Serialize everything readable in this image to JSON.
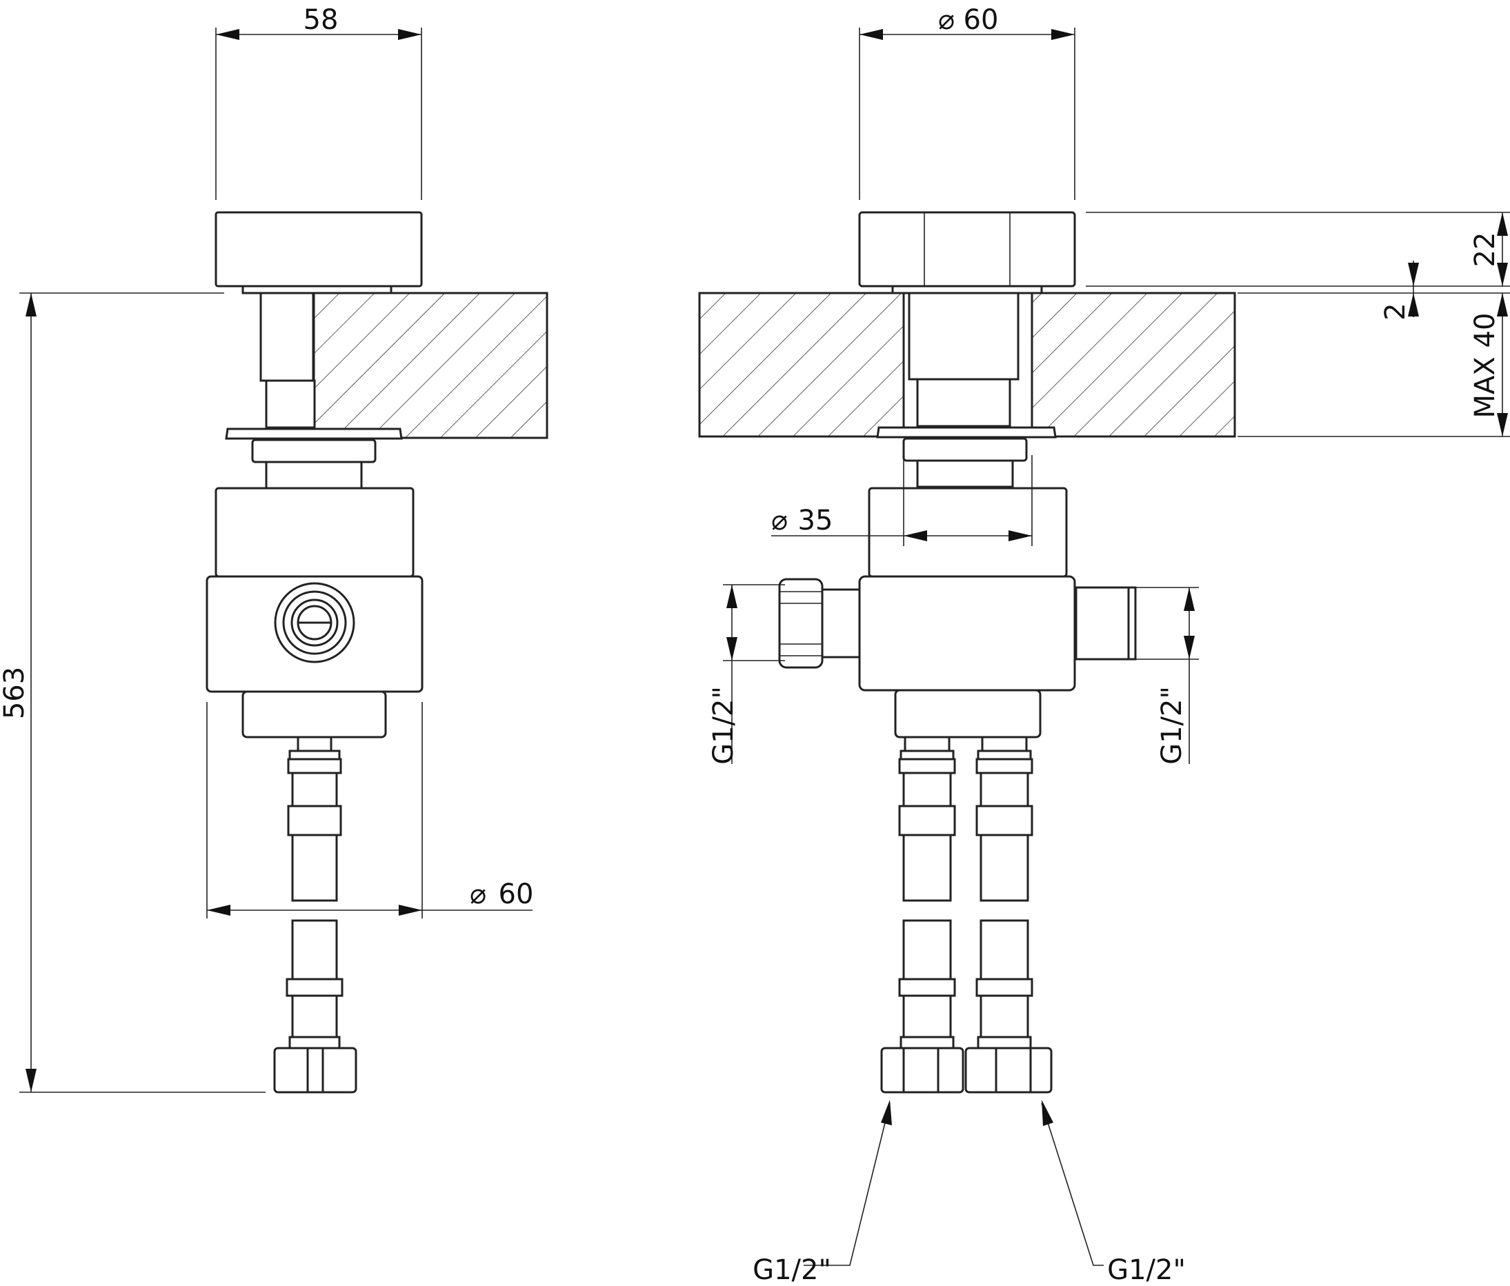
{
  "side_view": {
    "top_width_label": "58",
    "overall_height_label": "563",
    "body_diameter_label": "60"
  },
  "front_view": {
    "top_diameter_label": "60",
    "cap_height_label": "22",
    "gap_label": "2",
    "counter_thickness_label": "MAX 40",
    "shank_diameter_label": "35",
    "left_inlet_label": "G1/2\"",
    "right_inlet_label": "G1/2\"",
    "bottom_left_outlet_label": "G1/2\"",
    "bottom_right_outlet_label": "G1/2\""
  },
  "symbols": {
    "diameter": "⌀"
  },
  "colors": {
    "line": "#222222",
    "background": "#ffffff"
  }
}
